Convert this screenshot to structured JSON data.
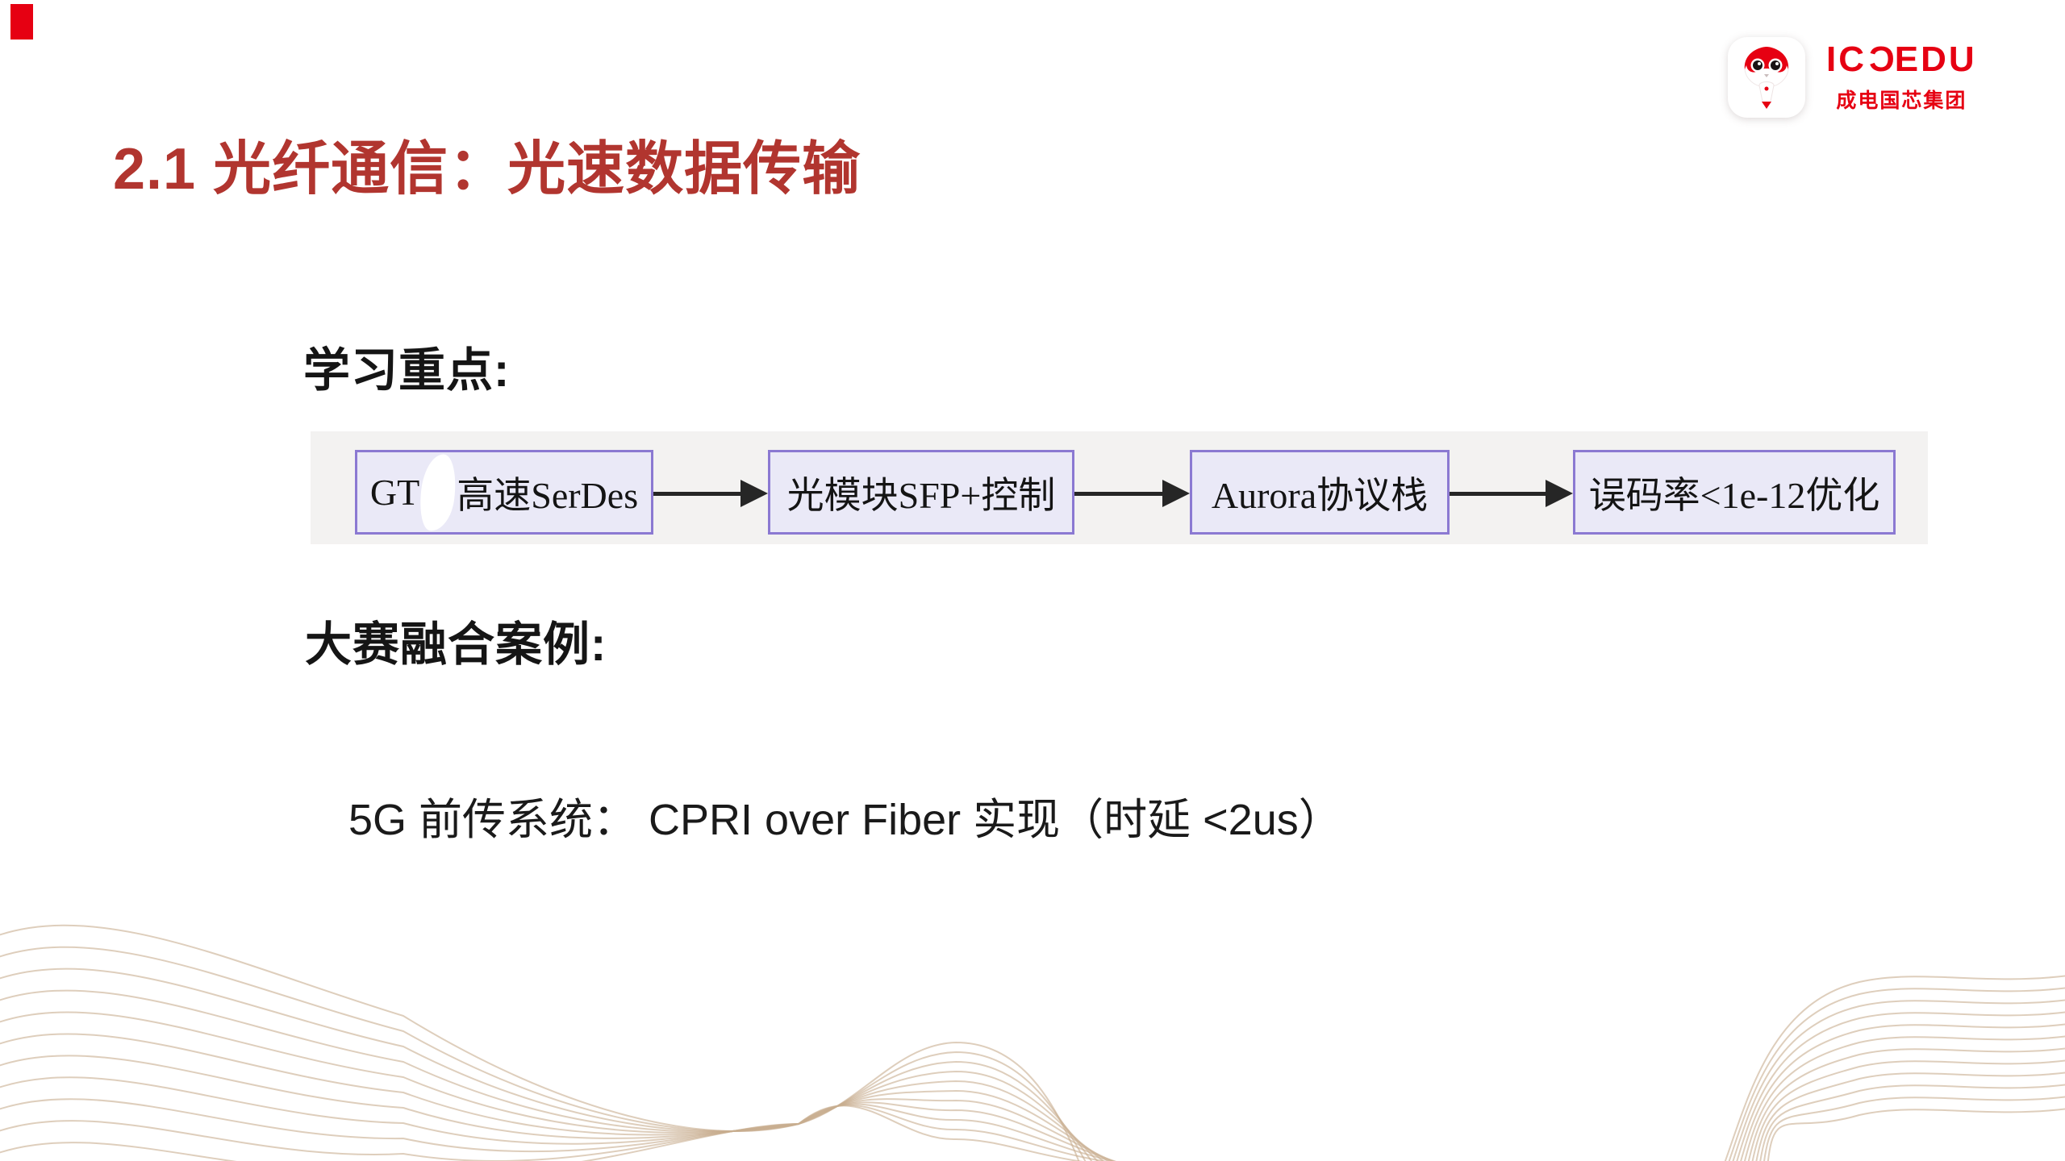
{
  "slide": {
    "title": "2.1 光纤通信：光速数据传输",
    "title_color": "#b1352f",
    "accent_red": "#e60012"
  },
  "logo": {
    "brand_part1": "IC",
    "brand_part2": "C",
    "brand_part3": "EDU",
    "subtitle": "成电国芯集团",
    "color": "#e60012",
    "mascot": "robot-mascot-icon"
  },
  "sections": {
    "study_heading": "学习重点:",
    "case_heading": "大赛融合案例:",
    "case_text": "5G 前传系统： CPRI over Fiber 实现（时延 <2us）"
  },
  "flowchart": {
    "nodes": [
      {
        "prefix": "GT",
        "suffix": "高速SerDes",
        "masked": "true"
      },
      {
        "label": "光模块SFP+控制"
      },
      {
        "label": "Aurora协议栈"
      },
      {
        "label": "误码率<1e-12优化"
      }
    ],
    "border_color": "#8b79d2",
    "fill_color": "#eae9f7",
    "strip_color": "#f3f2f1",
    "arrow_color": "#262626"
  },
  "decor": {
    "wave_color": "#c8ad8f"
  }
}
